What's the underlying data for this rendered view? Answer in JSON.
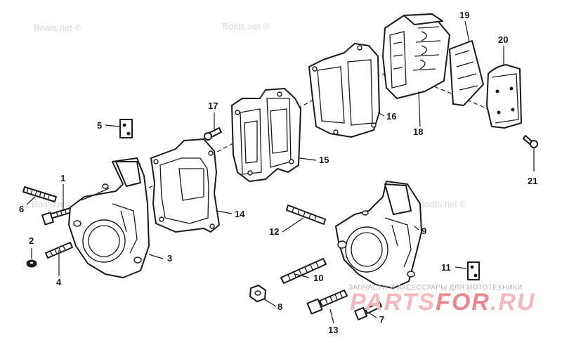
{
  "watermarks": [
    "Boats.net ©",
    "Boats.net ©",
    "Boats.net ©",
    "Boats.net ©"
  ],
  "brand": {
    "tagline": "ЗАПЧАСТИ И АКСЕССУАРЫ ДЛЯ МОТОТЕХНИКИ",
    "logo_main": "PARTS",
    "logo_mid": "FOR",
    "logo_tld": ".RU"
  },
  "callouts": [
    "1",
    "2",
    "3",
    "4",
    "5",
    "6",
    "7",
    "8",
    "9",
    "10",
    "11",
    "12",
    "13",
    "14",
    "15",
    "16",
    "17",
    "18",
    "19",
    "20",
    "21"
  ],
  "colors": {
    "line": "#1a1a1a",
    "watermark": "#d8d8d8",
    "brand": "#f4b8be"
  }
}
